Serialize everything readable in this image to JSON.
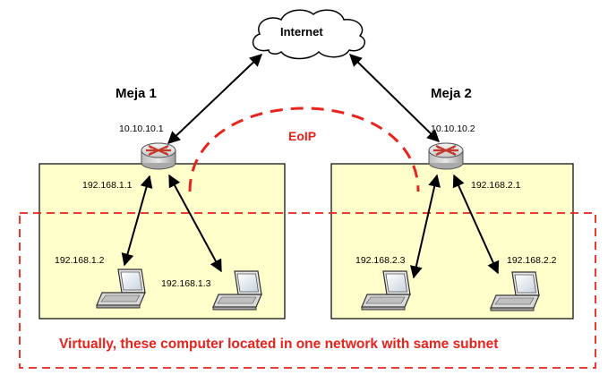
{
  "cloud": {
    "label": "Internet"
  },
  "link": {
    "label": "EoIP",
    "color": "#e8231c"
  },
  "colors": {
    "zone_fill": "#ffffcc",
    "dashed_border": "#e8231c"
  },
  "sites": [
    {
      "name": "Meja 1",
      "router_ip": "10.10.10.1",
      "lan_ip": "192.168.1.1",
      "clients": [
        {
          "ip": "192.168.1.2"
        },
        {
          "ip": "192.168.1.3"
        }
      ]
    },
    {
      "name": "Meja 2",
      "router_ip": "10.10.10.2",
      "lan_ip": "192.168.2.1",
      "clients": [
        {
          "ip": "192.168.2.3"
        },
        {
          "ip": "192.168.2.2"
        }
      ]
    }
  ],
  "caption": "Virtually, these computer located in one network with same subnet",
  "icons": [
    "cloud-icon",
    "router-icon",
    "laptop-icon"
  ]
}
